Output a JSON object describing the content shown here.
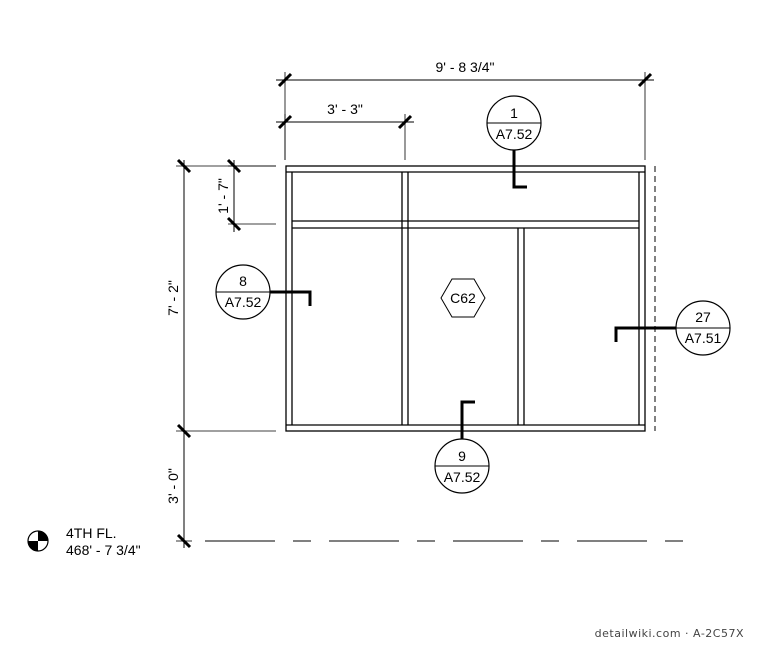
{
  "dimensions": {
    "overall_width": "9' - 8 3/4\"",
    "bay_width": "3' - 3\"",
    "transom_height": "1' - 7\"",
    "frame_height": "7' - 2\"",
    "sill_height": "3' - 0\""
  },
  "tag": {
    "label": "C62"
  },
  "section_markers": [
    {
      "number": "1",
      "sheet": "A7.52"
    },
    {
      "number": "8",
      "sheet": "A7.52"
    },
    {
      "number": "27",
      "sheet": "A7.51"
    },
    {
      "number": "9",
      "sheet": "A7.52"
    }
  ],
  "level": {
    "name": "4TH FL.",
    "elevation": "468' - 7 3/4\""
  },
  "watermark": "detailwiki.com · A-2C57X"
}
